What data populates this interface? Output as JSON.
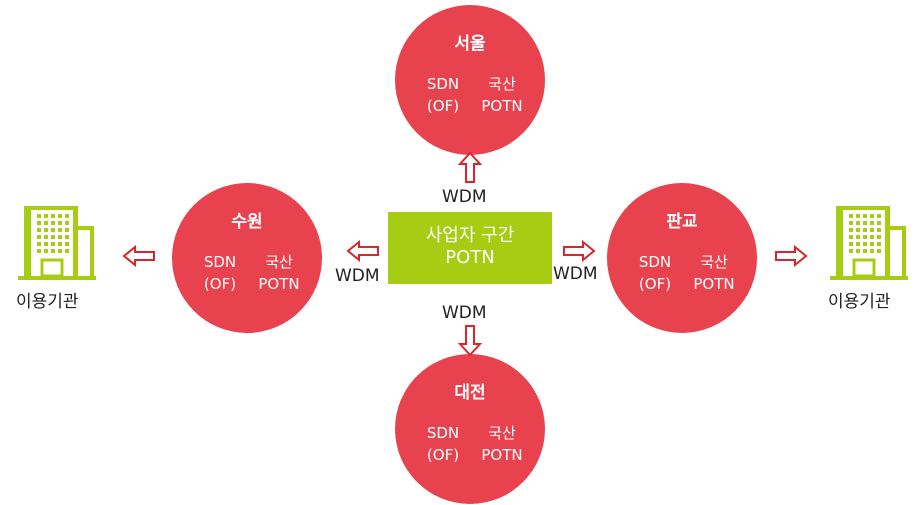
{
  "center": {
    "line1": "사업자 구간",
    "line2": "POTN"
  },
  "nodes": {
    "seoul": {
      "name": "서울",
      "left_top": "SDN",
      "left_bottom": "(OF)",
      "right_top": "국산",
      "right_bottom": "POTN"
    },
    "suwon": {
      "name": "수원",
      "left_top": "SDN",
      "left_bottom": "(OF)",
      "right_top": "국산",
      "right_bottom": "POTN"
    },
    "pangyo": {
      "name": "판교",
      "left_top": "SDN",
      "left_bottom": "(OF)",
      "right_top": "국산",
      "right_bottom": "POTN"
    },
    "daejeon": {
      "name": "대전",
      "left_top": "SDN",
      "left_bottom": "(OF)",
      "right_top": "국산",
      "right_bottom": "POTN"
    }
  },
  "links": {
    "top": "WDM",
    "left": "WDM",
    "right": "WDM",
    "bottom": "WDM"
  },
  "endpoints": {
    "left": "이용기관",
    "right": "이용기관"
  },
  "colors": {
    "node": "#e8424e",
    "center": "#a6cc14",
    "building": "#a6cc14",
    "arrow": "#d8262f"
  }
}
